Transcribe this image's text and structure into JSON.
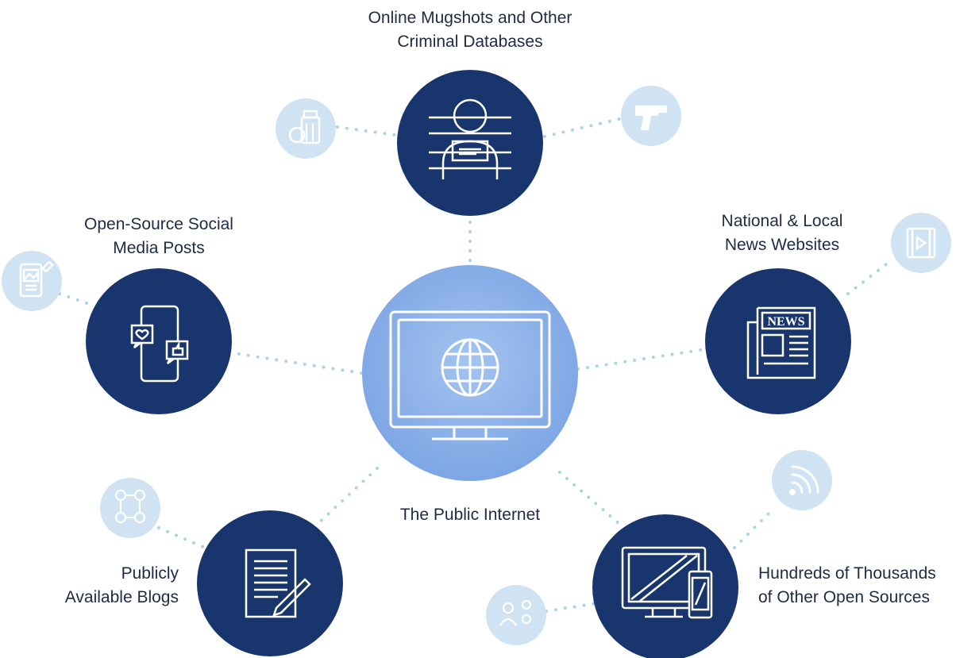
{
  "colors": {
    "dark_node": "#19356e",
    "center_node": "#7ea6e4",
    "center_node_light": "#9cc0ef",
    "satellite": "#cfe3f3",
    "satellite_icon": "#9fc2df",
    "connector": "#a9d4e6",
    "icon_stroke": "#ffffff",
    "text": "#1f2a44"
  },
  "center": {
    "label": "The Public Internet",
    "icon": "monitor-globe-icon"
  },
  "sources": [
    {
      "id": "criminal-databases",
      "label": "Online Mugshots and Other\nCriminal Databases",
      "icon": "mugshot-icon"
    },
    {
      "id": "social-media",
      "label": "Open-Source Social\nMedia Posts",
      "icon": "social-phone-icon"
    },
    {
      "id": "news-websites",
      "label": "National & Local\nNews Websites",
      "icon": "newspaper-icon",
      "icon_text": "NEWS"
    },
    {
      "id": "blogs",
      "label": "Publicly\nAvailable Blogs",
      "icon": "document-pen-icon"
    },
    {
      "id": "other-sources",
      "label": "Hundreds of Thousands\nof Other Open Sources",
      "icon": "devices-icon"
    }
  ],
  "satellites": [
    {
      "id": "evidence",
      "icon": "evidence-bag-icon"
    },
    {
      "id": "weapon",
      "icon": "gun-icon"
    },
    {
      "id": "photo-post",
      "icon": "photo-post-icon"
    },
    {
      "id": "video",
      "icon": "video-icon"
    },
    {
      "id": "network",
      "icon": "people-network-icon"
    },
    {
      "id": "wifi",
      "icon": "wifi-icon"
    },
    {
      "id": "people",
      "icon": "people-icon"
    }
  ]
}
